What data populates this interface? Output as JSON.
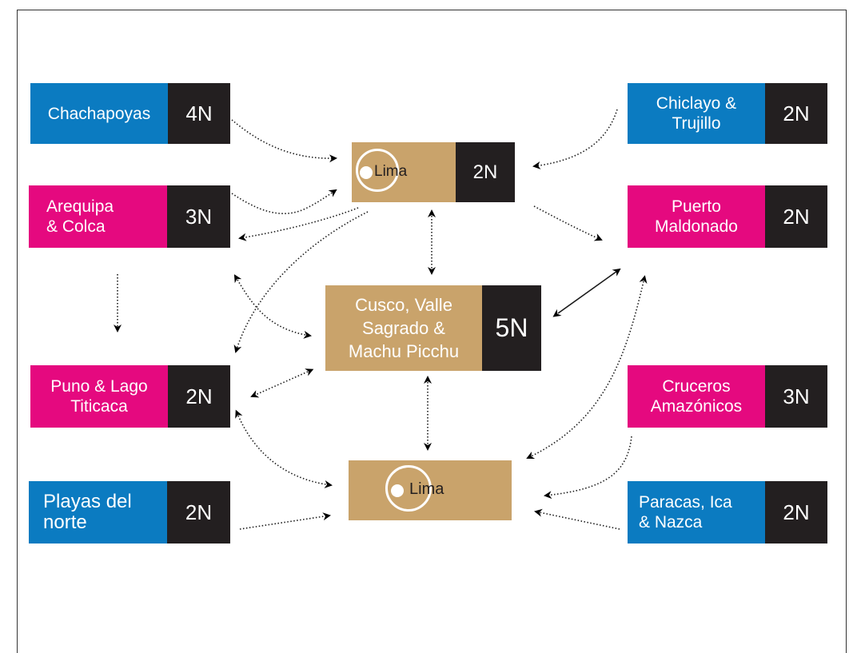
{
  "colors": {
    "blue": "#0b7bc1",
    "pink": "#e5097f",
    "gold": "#c9a36b",
    "dark": "#231f20"
  },
  "left": [
    {
      "name": "Chachapoyas",
      "nights": "4N",
      "color": "blue"
    },
    {
      "name": "Arequipa\n& Colca",
      "nights": "3N",
      "color": "pink"
    },
    {
      "name": "Puno & Lago\nTiticaca",
      "nights": "2N",
      "color": "pink"
    },
    {
      "name": "Playas del\nnorte",
      "nights": "2N",
      "color": "blue"
    }
  ],
  "right": [
    {
      "name": "Chiclayo &\nTrujillo",
      "nights": "2N",
      "color": "blue"
    },
    {
      "name": "Puerto\nMaldonado",
      "nights": "2N",
      "color": "pink"
    },
    {
      "name": "Cruceros\nAmazónicos",
      "nights": "3N",
      "color": "pink"
    },
    {
      "name": "Paracas, Ica\n& Nazca",
      "nights": "2N",
      "color": "blue"
    }
  ],
  "center": {
    "lima_top": {
      "name": "Lima",
      "nights": "2N"
    },
    "cusco": {
      "name": "Cusco, Valle\nSagrado &\nMachu Picchu",
      "nights": "5N"
    },
    "lima_bottom": {
      "name": "Lima"
    }
  },
  "icons": {
    "lima_logo": "circle-logo-icon",
    "connector": "dotted-arrow-icon"
  }
}
